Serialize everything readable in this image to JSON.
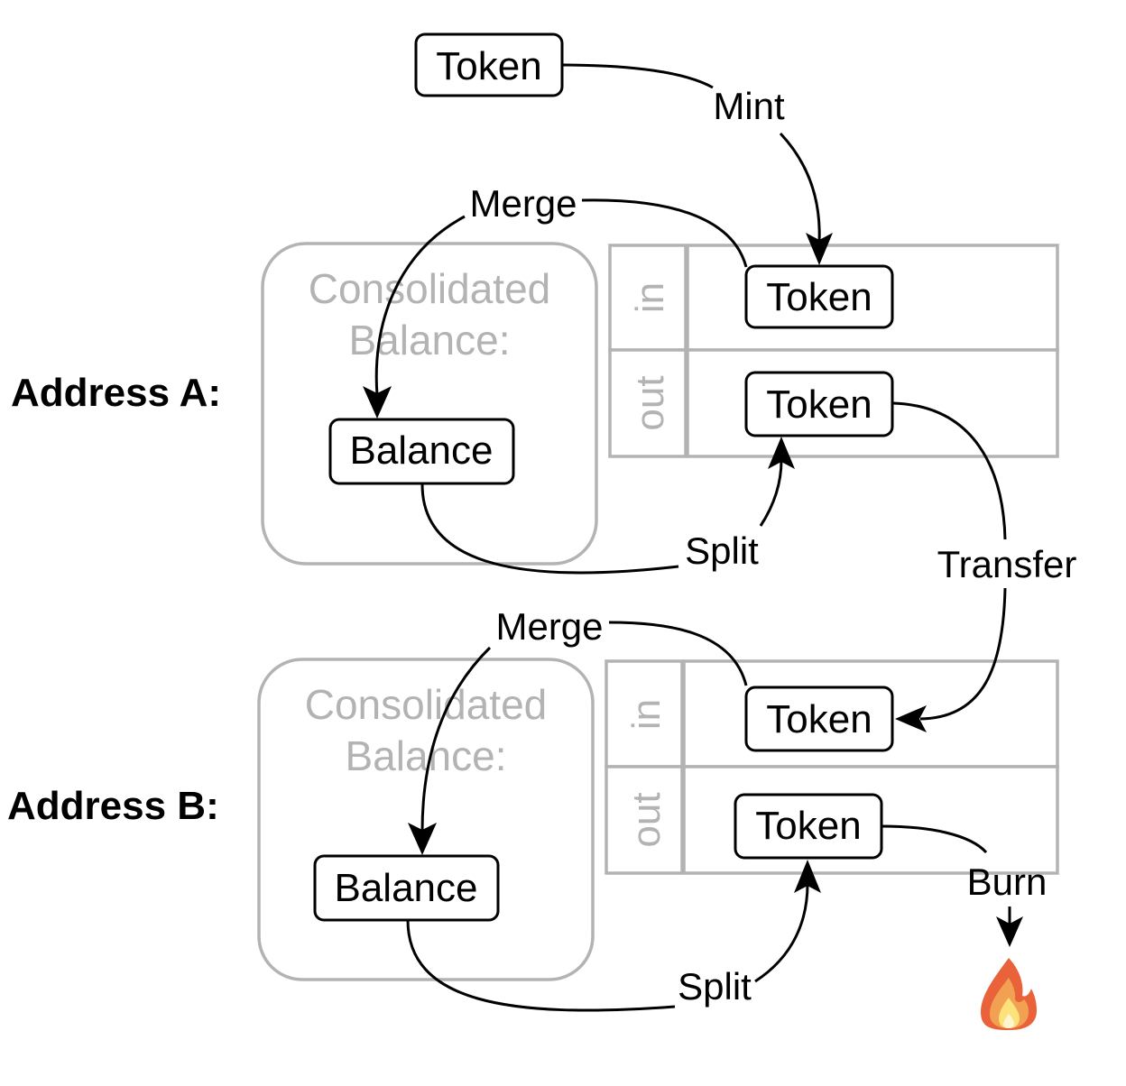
{
  "diagram": {
    "mint_source": {
      "label": "Token"
    },
    "addresses": [
      {
        "label": "Address A:",
        "consolidated_label_line1": "Consolidated",
        "consolidated_label_line2": "Balance:",
        "balance_label": "Balance",
        "lanes": {
          "in": "in",
          "out": "out"
        },
        "in_token": "Token",
        "out_token": "Token",
        "merge_label": "Merge",
        "split_label": "Split"
      },
      {
        "label": "Address B:",
        "consolidated_label_line1": "Consolidated",
        "consolidated_label_line2": "Balance:",
        "balance_label": "Balance",
        "lanes": {
          "in": "in",
          "out": "out"
        },
        "in_token": "Token",
        "out_token": "Token",
        "merge_label": "Merge",
        "split_label": "Split"
      }
    ],
    "edges": {
      "mint": "Mint",
      "transfer": "Transfer",
      "burn": "Burn"
    },
    "burn_icon": "fire-icon",
    "colors": {
      "line": "#000000",
      "container": "#b3b3b3",
      "fire_outer": "#e9623a",
      "fire_mid": "#f2a152",
      "fire_inner": "#fbe27a"
    }
  }
}
